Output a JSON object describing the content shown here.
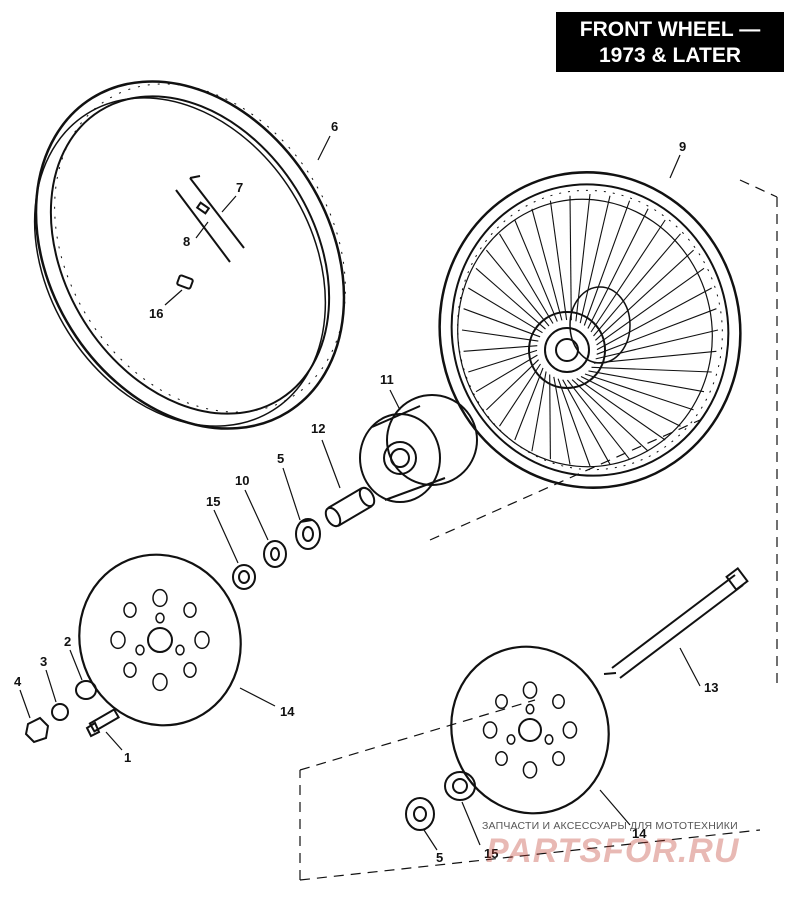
{
  "title": {
    "line1": "FRONT WHEEL —",
    "line2": "1973 & LATER"
  },
  "callouts": {
    "c1": "1",
    "c2": "2",
    "c3": "3",
    "c4": "4",
    "c5a": "5",
    "c5b": "5",
    "c6": "6",
    "c7": "7",
    "c8": "8",
    "c9": "9",
    "c10": "10",
    "c11": "11",
    "c12": "12",
    "c13": "13",
    "c14a": "14",
    "c14b": "14",
    "c15a": "15",
    "c15b": "15",
    "c16": "16"
  },
  "watermark": {
    "tagline": "ЗАПЧАСТИ И АКСЕССУАРЫ ДЛЯ МОТОТЕХНИКИ",
    "logo": "PARTSFOR.RU"
  },
  "colors": {
    "ink": "#111111",
    "paper": "#ffffff",
    "logo": "#c0392b"
  }
}
